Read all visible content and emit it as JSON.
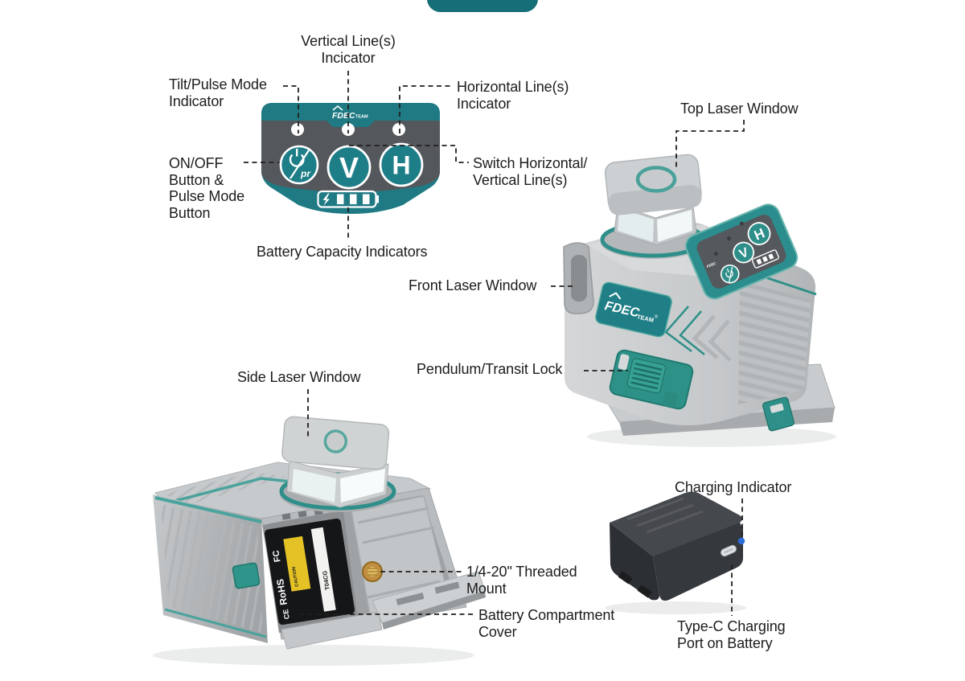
{
  "title": "Laser level product callout diagram",
  "colors": {
    "background": "#ffffff",
    "teal_pill": "#156e78",
    "panel_teal": "#1f7a84",
    "panel_gray": "#54575b",
    "device_teal": "#2f9089",
    "body_gray": "#c8cbcd",
    "text": "#1c1c1e",
    "brass": "#c09040",
    "led_blue": "#2e6cd9",
    "caution_yellow": "#e4c226",
    "label_black": "#151618"
  },
  "control_panel": {
    "brand": "FDEC",
    "brand_suffix": "TEAM",
    "power_sub": "pr",
    "v_label": "V",
    "h_label": "H"
  },
  "device_front": {
    "brand": "FDEC",
    "brand_suffix": "TEAM",
    "reg": "®",
    "mini_v": "V",
    "mini_h": "H"
  },
  "bottom_label": {
    "marks": [
      "FC",
      "RoHS",
      "CE"
    ],
    "caution": "CAUTION",
    "model": "T04CG"
  },
  "annotations": {
    "vertical_indicator": "Vertical Line(s)\nIncicator",
    "tilt_pulse": "Tilt/Pulse Mode\nIndicator",
    "horizontal_indicator": "Horizontal Line(s)\nIncicator",
    "on_off": "ON/OFF\nButton &\nPulse Mode\nButton",
    "switch_hv": "Switch Horizontal/\nVertical Line(s)",
    "battery_capacity": "Battery Capacity Indicators",
    "top_laser": "Top Laser Window",
    "front_laser": "Front Laser Window",
    "pendulum_lock": "Pendulum/Transit Lock",
    "side_laser": "Side Laser Window",
    "threaded_mount": "1/4-20\" Threaded\nMount",
    "battery_cover": "Battery Compartment\nCover",
    "charging_indicator": "Charging Indicator",
    "type_c": "Type-C Charging\nPort on Battery"
  }
}
